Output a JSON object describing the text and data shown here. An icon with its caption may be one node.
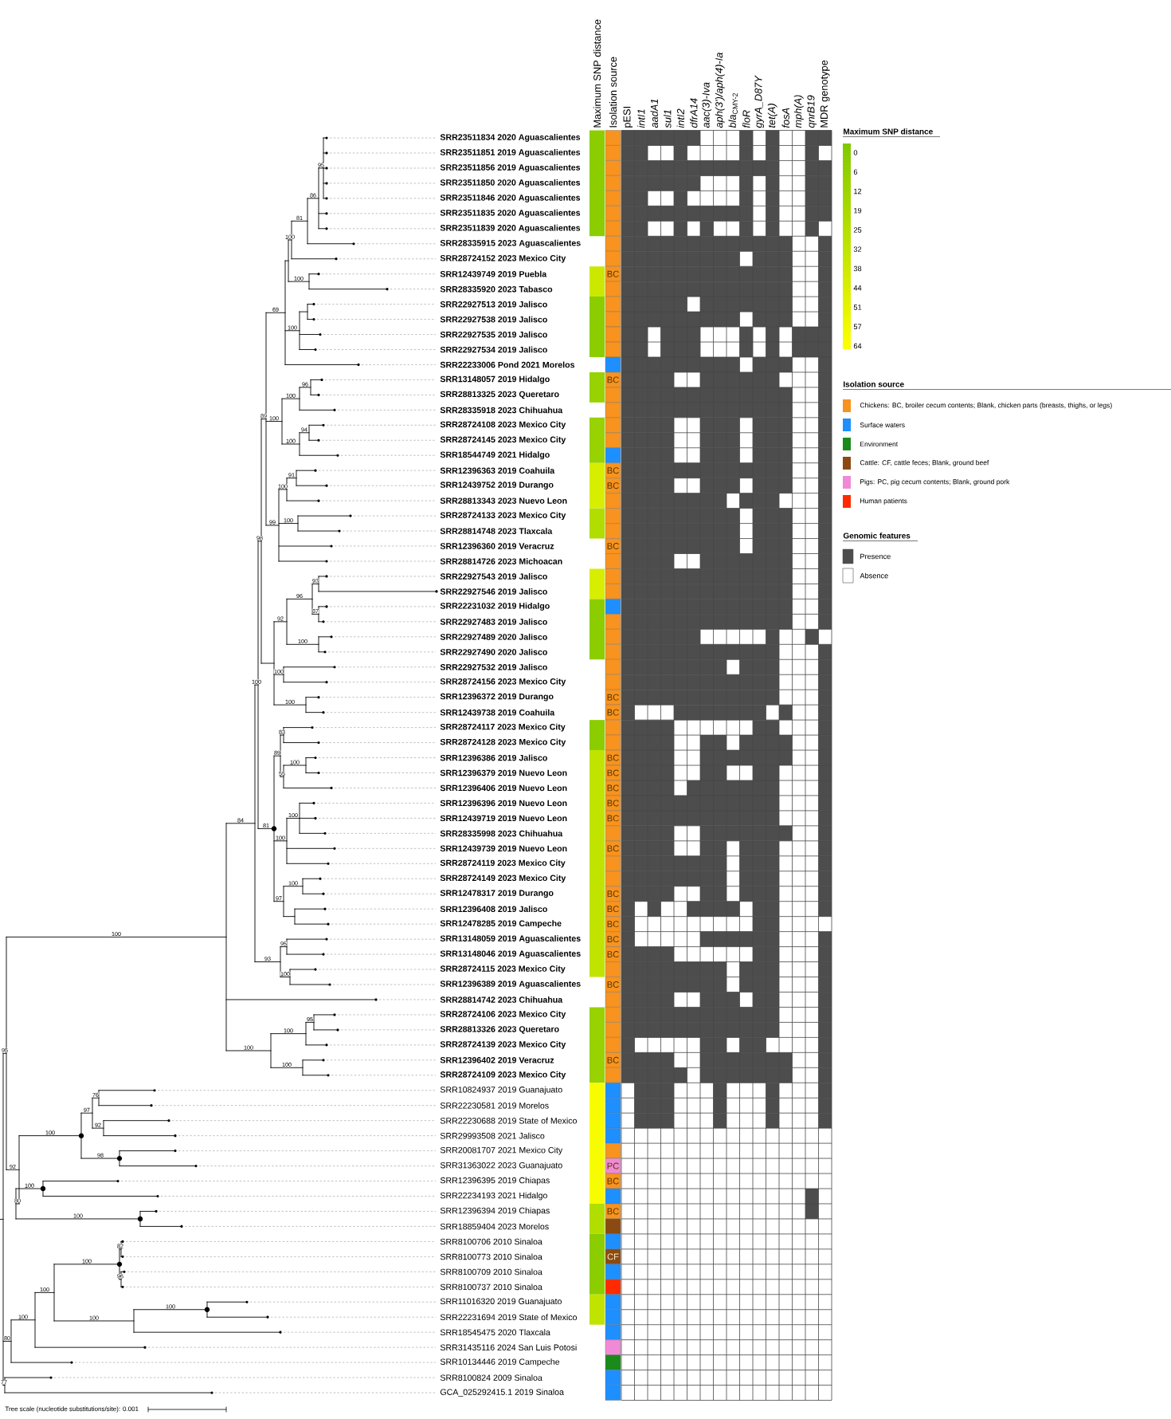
{
  "diagram": {
    "labels": [
      "Maximum SNP distance",
      "Isolation source",
      "pESI",
      "intI1",
      "aadA1",
      "sul1",
      "intI2",
      "dfrA14",
      "aac(3)-Iva",
      "aph(3')/aph(4)-Ia",
      "*bla*$_{CMY-2}$",
      "floR",
      "gyrA_D87Y",
      "tet(A)",
      "fosA",
      "mph(A)",
      "qnrB19",
      "MDR genotype",
      "SRR23511834 2020 Aguascalientes",
      "SRR23511851 2019 Aguascalientes",
      "SRR23511856 2019 Aguascalientes",
      "SRR23511850 2020 Aguascalientes",
      "SRR23511846 2020 Aguascalientes",
      "SRR23511835 2020 Aguascalientes",
      "SRR23511839 2020 Aguascalientes",
      "SRR28335915 2023 Aguascalientes",
      "SRR28724152 2023 Mexico City",
      "SRR12439749 2019 Puebla",
      "BC",
      "SRR28335920 2023 Tabasco",
      "SRR22927513 2019 Jalisco",
      "SRR22927538 2019 Jalisco",
      "SRR22927535 2019 Jalisco",
      "SRR22927534 2019 Jalisco",
      "SRR22233006 Pond 2021 Morelos",
      "SRR13148057 2019 Hidalgo",
      "BC",
      "SRR28813325 2023 Queretaro",
      "SRR28335918 2023 Chihuahua",
      "SRR28724108 2023 Mexico City",
      "SRR28724145 2023 Mexico City",
      "SRR18544749 2021 Hidalgo",
      "SRR12396363 2019 Coahuila",
      "BC",
      "SRR12439752 2019 Durango",
      "BC",
      "SRR28813343 2023 Nuevo Leon",
      "SRR28724133 2023 Mexico City",
      "SRR28814748 2023 Tlaxcala",
      "SRR12396360 2019 Veracruz",
      "BC",
      "SRR28814726 2023 Michoacan",
      "SRR22927543 2019 Jalisco",
      "SRR22927546 2019 Jalisco",
      "SRR22231032 2019 Hidalgo",
      "SRR22927483 2019 Jalisco",
      "SRR22927489 2020 Jalisco",
      "SRR22927490 2020 Jalisco",
      "SRR22927532 2019 Jalisco",
      "SRR28724156 2023 Mexico City",
      "SRR12396372 2019 Durango",
      "BC",
      "SRR12439738 2019 Coahuila",
      "BC",
      "SRR28724117 2023 Mexico City",
      "SRR28724128 2023 Mexico City",
      "SRR12396386 2019 Jalisco",
      "BC",
      "SRR12396379 2019 Nuevo Leon",
      "BC",
      "SRR12396406 2019 Nuevo Leon",
      "BC",
      "SRR12396396 2019 Nuevo Leon",
      "BC",
      "SRR12439719 2019 Nuevo Leon",
      "BC",
      "SRR28335998 2023 Chihuahua",
      "SRR12439739 2019 Nuevo Leon",
      "BC",
      "SRR28724119 2023 Mexico City",
      "SRR28724149 2023 Mexico City",
      "SRR12478317 2019 Durango",
      "BC",
      "SRR12396408 2019 Jalisco",
      "BC",
      "SRR12478285 2019 Campeche",
      "BC",
      "SRR13148059 2019 Aguascalientes",
      "BC",
      "SRR13148046 2019 Aguascalientes",
      "BC",
      "SRR28724115 2023 Mexico City",
      "SRR12396389 2019 Aguascalientes",
      "BC",
      "SRR28814742 2023 Chihuahua",
      "SRR28724106 2023 Mexico City",
      "SRR28813326 2023 Queretaro",
      "SRR28724139 2023 Mexico City",
      "SRR12396402 2019 Veracruz",
      "BC",
      "SRR28724109 2023 Mexico City",
      "SRR10824937 2019 Guanajuato",
      "SRR22230581 2019 Morelos",
      "SRR22230688 2019 State of Mexico",
      "SRR29993508 2021 Jalisco",
      "SRR20081707 2021 Mexico City",
      "SRR31363022 2023 Guanajuato",
      "PC",
      "SRR12396395 2019 Chiapas",
      "BC",
      "SRR22234193 2021 Hidalgo",
      "SRR12396394 2019 Chiapas",
      "BC",
      "SRR18859404 2023 Morelos",
      "SRR8100706 2010 Sinaloa",
      "SRR8100773 2010 Sinaloa",
      "CF",
      "SRR8100709 2010 Sinaloa",
      "SRR8100737 2010 Sinaloa",
      "SRR11016320 2019 Guanajuato",
      "SRR22231694 2019 State of Mexico",
      "SRR18545475 2020 Tlaxcala",
      "SRR31435116 2024 San Luis Potosi",
      "SRR10134446 2019 Campeche",
      "SRR8100824 2009 Sinaloa",
      "GCA_025292415.1 2019 Sinaloa",
      "95",
      "100",
      "84",
      "100",
      "98",
      "89",
      "69",
      "100",
      "81",
      "86",
      "95",
      "100",
      "100",
      "100",
      "100",
      "96",
      "100",
      "94",
      "99",
      "100",
      "91",
      "100",
      "92",
      "96",
      "93",
      "87",
      "100",
      "100",
      "100",
      "81",
      "89",
      "83",
      "55",
      "100",
      "100",
      "100",
      "97",
      "100",
      "93",
      "95",
      "100",
      "100",
      "100",
      "95",
      "100",
      "92",
      "100",
      "97",
      "76",
      "92",
      "98",
      "80",
      "100",
      "100",
      "80",
      "100",
      "100",
      "100",
      "82",
      "96",
      "100",
      "100",
      "77",
      "Maximum SNP distance",
      "0",
      "6",
      "12",
      "19",
      "25",
      "32",
      "38",
      "44",
      "51",
      "57",
      "64",
      "Isolation source",
      "Genomic features",
      "Tree scale (nucleotide substitutions/site): 0.001"
    ],
    "legend": [
      {
        "text": "Chickens: BC, broiler cecum contents; Blank, chicken parts (breasts, thighs, or legs)",
        "color": "#f7931e"
      },
      {
        "text": "Surface waters",
        "color": "#1e8fff"
      },
      {
        "text": "Environment",
        "color": "#1a8a1a"
      },
      {
        "text": "Cattle: CF, cattle feces; Blank, ground beef",
        "color": "#8b4a12"
      },
      {
        "text": "Pigs: PC, pig cecum contents; Blank, ground pork",
        "color": "#f08ad6"
      },
      {
        "text": "Human patients",
        "color": "#ff2a00"
      },
      {
        "text": "Presence",
        "color": "#4d4d4d"
      },
      {
        "text": "Absence"
      }
    ]
  }
}
